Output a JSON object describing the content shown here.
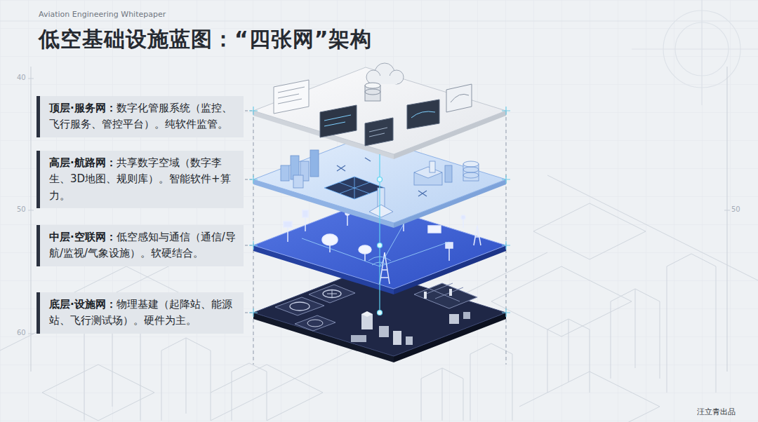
{
  "diagram": {
    "title": "低空基础设施蓝图：“四张网”架构",
    "nodes": [
      {
        "text": [
          "顶层·服务网：",
          "数字化管服系统（监控、飞行服务、管控平台）。纯软件监管。"
        ]
      },
      {
        "text": [
          "高层·航路网：",
          "共享数字空域（数字李生、3D地图、规则库）。智能软件+算力。"
        ]
      },
      {
        "text": [
          "中层·空联网：",
          "低空感知与通信（通信/导航/监视/气象设施）。软硬结合。"
        ]
      },
      {
        "text": [
          "底层·设施网：",
          "物理基建（起降站、能源站、飞行测试场）。硬件为主。"
        ]
      }
    ],
    "labels": [
      "Aviation Engineering Whitepaper",
      "40",
      "50",
      "60",
      "50",
      "汪立青出品"
    ]
  }
}
